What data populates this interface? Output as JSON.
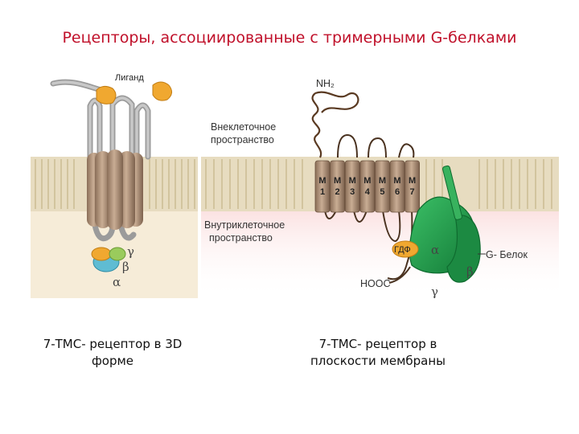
{
  "title": "Рецепторы, ассоциированные с тримерными  G-белками",
  "left_panel": {
    "ligand_label": "Лиганд",
    "greek_gamma": "γ",
    "greek_beta": "β",
    "greek_alpha": "α",
    "caption_line1": "7-ТМС- рецептор в 3D",
    "caption_line2": "форме"
  },
  "right_panel": {
    "nh2_label": "NH₂",
    "extracellular_line1": "Внеклеточное",
    "extracellular_line2": "пространство",
    "intracellular_line1": "Внутриклеточное",
    "intracellular_line2": "пространство",
    "helices": [
      {
        "top": "М",
        "num": "1"
      },
      {
        "top": "М",
        "num": "2"
      },
      {
        "top": "М",
        "num": "3"
      },
      {
        "top": "М",
        "num": "4"
      },
      {
        "top": "М",
        "num": "5"
      },
      {
        "top": "М",
        "num": "6"
      },
      {
        "top": "М",
        "num": "7"
      }
    ],
    "gdp_label": "ГДФ",
    "alpha_label": "α",
    "beta_label": "β",
    "gamma_label": "γ",
    "cooh_label": "HOOC",
    "gprotein_label": "G- Белок",
    "caption_line1": "7-ТМС- рецептор в",
    "caption_line2": "плоскости мембраны"
  },
  "colors": {
    "title": "#c0102a",
    "membrane": "#e7dcc0",
    "helix": "#a4866e",
    "gprotein": "#1f9a4a",
    "ligand": "#f0a830",
    "beta_sub": "#5fbcd3",
    "gamma_sub": "#9acb5c"
  }
}
